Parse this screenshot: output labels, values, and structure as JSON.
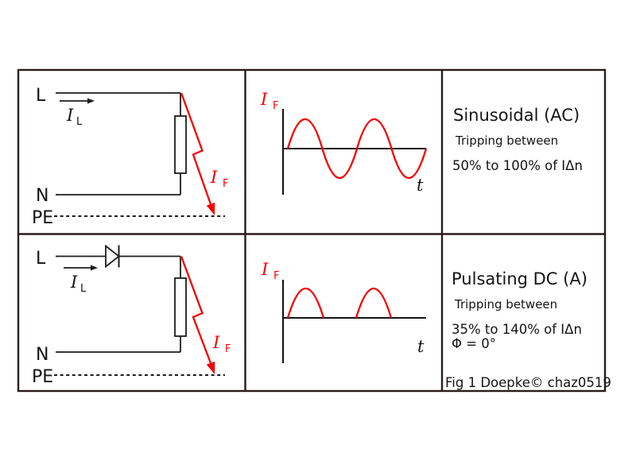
{
  "palette": {
    "red": "#f40000",
    "ink": "#1c1c1c",
    "border": "#2a1b1b",
    "background": "#ffffff"
  },
  "circuit": {
    "live": "L",
    "neutral": "N",
    "earth": "PE",
    "load_current": {
      "symbol": "I",
      "sub": "L"
    },
    "fault_current": {
      "symbol": "I",
      "sub": "F"
    }
  },
  "graph": {
    "y_axis": {
      "symbol": "I",
      "sub": "F"
    },
    "x_axis": "t"
  },
  "waveforms": [
    {
      "row": "sinusoidal",
      "type": "sine",
      "cycles": 2,
      "polarity": "bipolar"
    },
    {
      "row": "pulsating-dc",
      "type": "half-sine-pulses",
      "pulses": 2,
      "polarity": "positive-only"
    }
  ],
  "panels": [
    {
      "title": "Sinusoidal (AC)",
      "tripping": "Tripping between",
      "range": "50% to 100% of IΔn"
    },
    {
      "title": "Pulsating DC (A)",
      "tripping": "Tripping between",
      "range": "35% to 140% of IΔn",
      "phase": "Φ = 0°",
      "credit": "Fig 1 Doepke© chaz0519"
    }
  ]
}
